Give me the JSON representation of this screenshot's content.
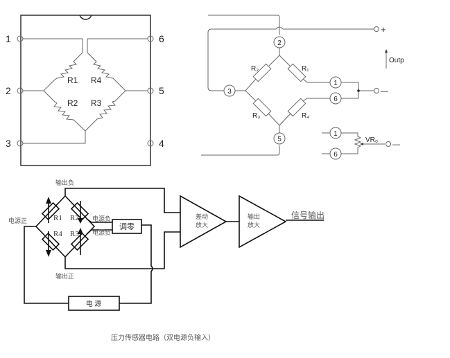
{
  "diagram_left": {
    "pins": [
      {
        "id": "1",
        "label": "1"
      },
      {
        "id": "2",
        "label": "2"
      },
      {
        "id": "3",
        "label": "3"
      },
      {
        "id": "4",
        "label": "4"
      },
      {
        "id": "5",
        "label": "5"
      },
      {
        "id": "6",
        "label": "6"
      }
    ],
    "resistors": {
      "r1": "R1",
      "r2": "R2",
      "r3": "R3",
      "r4": "R4"
    }
  },
  "diagram_right": {
    "nodes": {
      "n1": "1",
      "n2": "2",
      "n3": "3",
      "n5": "5",
      "n6": "6",
      "vr1": "1",
      "vr6": "6"
    },
    "resistors": {
      "r1": "R₁",
      "r2": "R₂",
      "r3": "R₃",
      "r4": "R₄"
    },
    "terminals": {
      "plus": "+",
      "minus": "—",
      "minus2": "—"
    },
    "output_label": "Outp",
    "pot_label": "VR₀"
  },
  "diagram_bottom": {
    "labels": {
      "out_neg": "输出负",
      "out_pos": "输出正",
      "power_pos": "电源正",
      "power_neg_1": "电源负",
      "power_neg_2": "电源负",
      "zero_adjust": "调零",
      "power_supply": "电  源",
      "diff_amp_1": "差动",
      "diff_amp_2": "放大",
      "out_amp_1": "输出",
      "out_amp_2": "放大",
      "signal_out": "信号输出"
    },
    "resistors": {
      "r1": "R1",
      "r2": "R2",
      "r3": "R3",
      "r4": "R4"
    }
  },
  "caption": "压力传感器电路（双电源负输入）"
}
